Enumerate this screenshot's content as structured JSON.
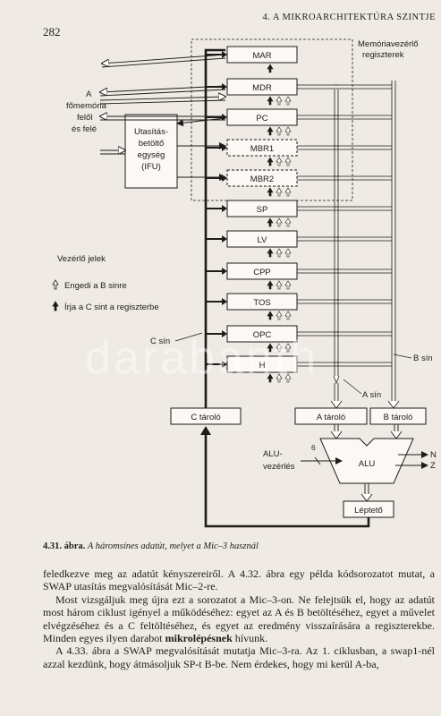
{
  "page": {
    "number": "282",
    "running_header": "4. A MIKROARCHITEKTÚRA SZINTJE"
  },
  "diagram": {
    "registers": [
      {
        "label": "MAR"
      },
      {
        "label": "MDR"
      },
      {
        "label": "PC"
      },
      {
        "label": "MBR1"
      },
      {
        "label": "MBR2"
      },
      {
        "label": "SP"
      },
      {
        "label": "LV"
      },
      {
        "label": "CPP"
      },
      {
        "label": "TOS"
      },
      {
        "label": "OPC"
      },
      {
        "label": "H"
      }
    ],
    "memory_regs_label": [
      "Memóriavezérlő",
      "regiszterek"
    ],
    "main_memory_label": [
      "A",
      "főmemória",
      "felől",
      "és felé"
    ],
    "ifu_label": [
      "Utasítás-",
      "betöltő",
      "egység",
      "(IFU)"
    ],
    "control_signals": {
      "title": "Vezérlő jelek",
      "enable_b": "Engedi a B sinre",
      "write_c": "Írja a C sint a regiszterbe"
    },
    "c_bus": "C sín",
    "b_bus": "B sín",
    "a_bus": "A sín",
    "c_latch": "C tároló",
    "a_latch": "A tároló",
    "b_latch": "B tároló",
    "alu": "ALU",
    "alu_control": [
      "ALU-",
      "vezérlés"
    ],
    "alu_control_bits": "6",
    "flag_n": "N",
    "flag_z": "Z",
    "shifter": "Léptető"
  },
  "caption": {
    "label": "4.31. ábra.",
    "text": "A háromsínes adatút, melyet a Mic–3 használ"
  },
  "body": {
    "p1": "feledkezve meg az adatút kényszereiről. A 4.32. ábra egy példa kódsorozatot mutat, a SWAP utasítás megvalósítását Mic–2-re.",
    "p2": "Most vizsgáljuk meg újra ezt a sorozatot a Mic–3-on. Ne felejtsük el, hogy az adatút most három ciklust igényel a működéséhez: egyet az A és B betöltéséhez, egyet a művelet elvégzéséhez és a C feltöltéséhez, és egyet az eredmény visszaírására a regiszterekbe. Minden egyes ilyen darabot ",
    "p2_bold": "mikrolépésnek",
    "p2_end": " hívunk.",
    "p3": "A 4.33. ábra a SWAP megvalósítását mutatja Mic–3-ra. Az 1. ciklusban, a swap1-nél azzal kezdünk, hogy átmásoljuk SP-t B-be. Nem érdekes, hogy mi kerül A-ba,"
  },
  "watermark": "darabanth"
}
